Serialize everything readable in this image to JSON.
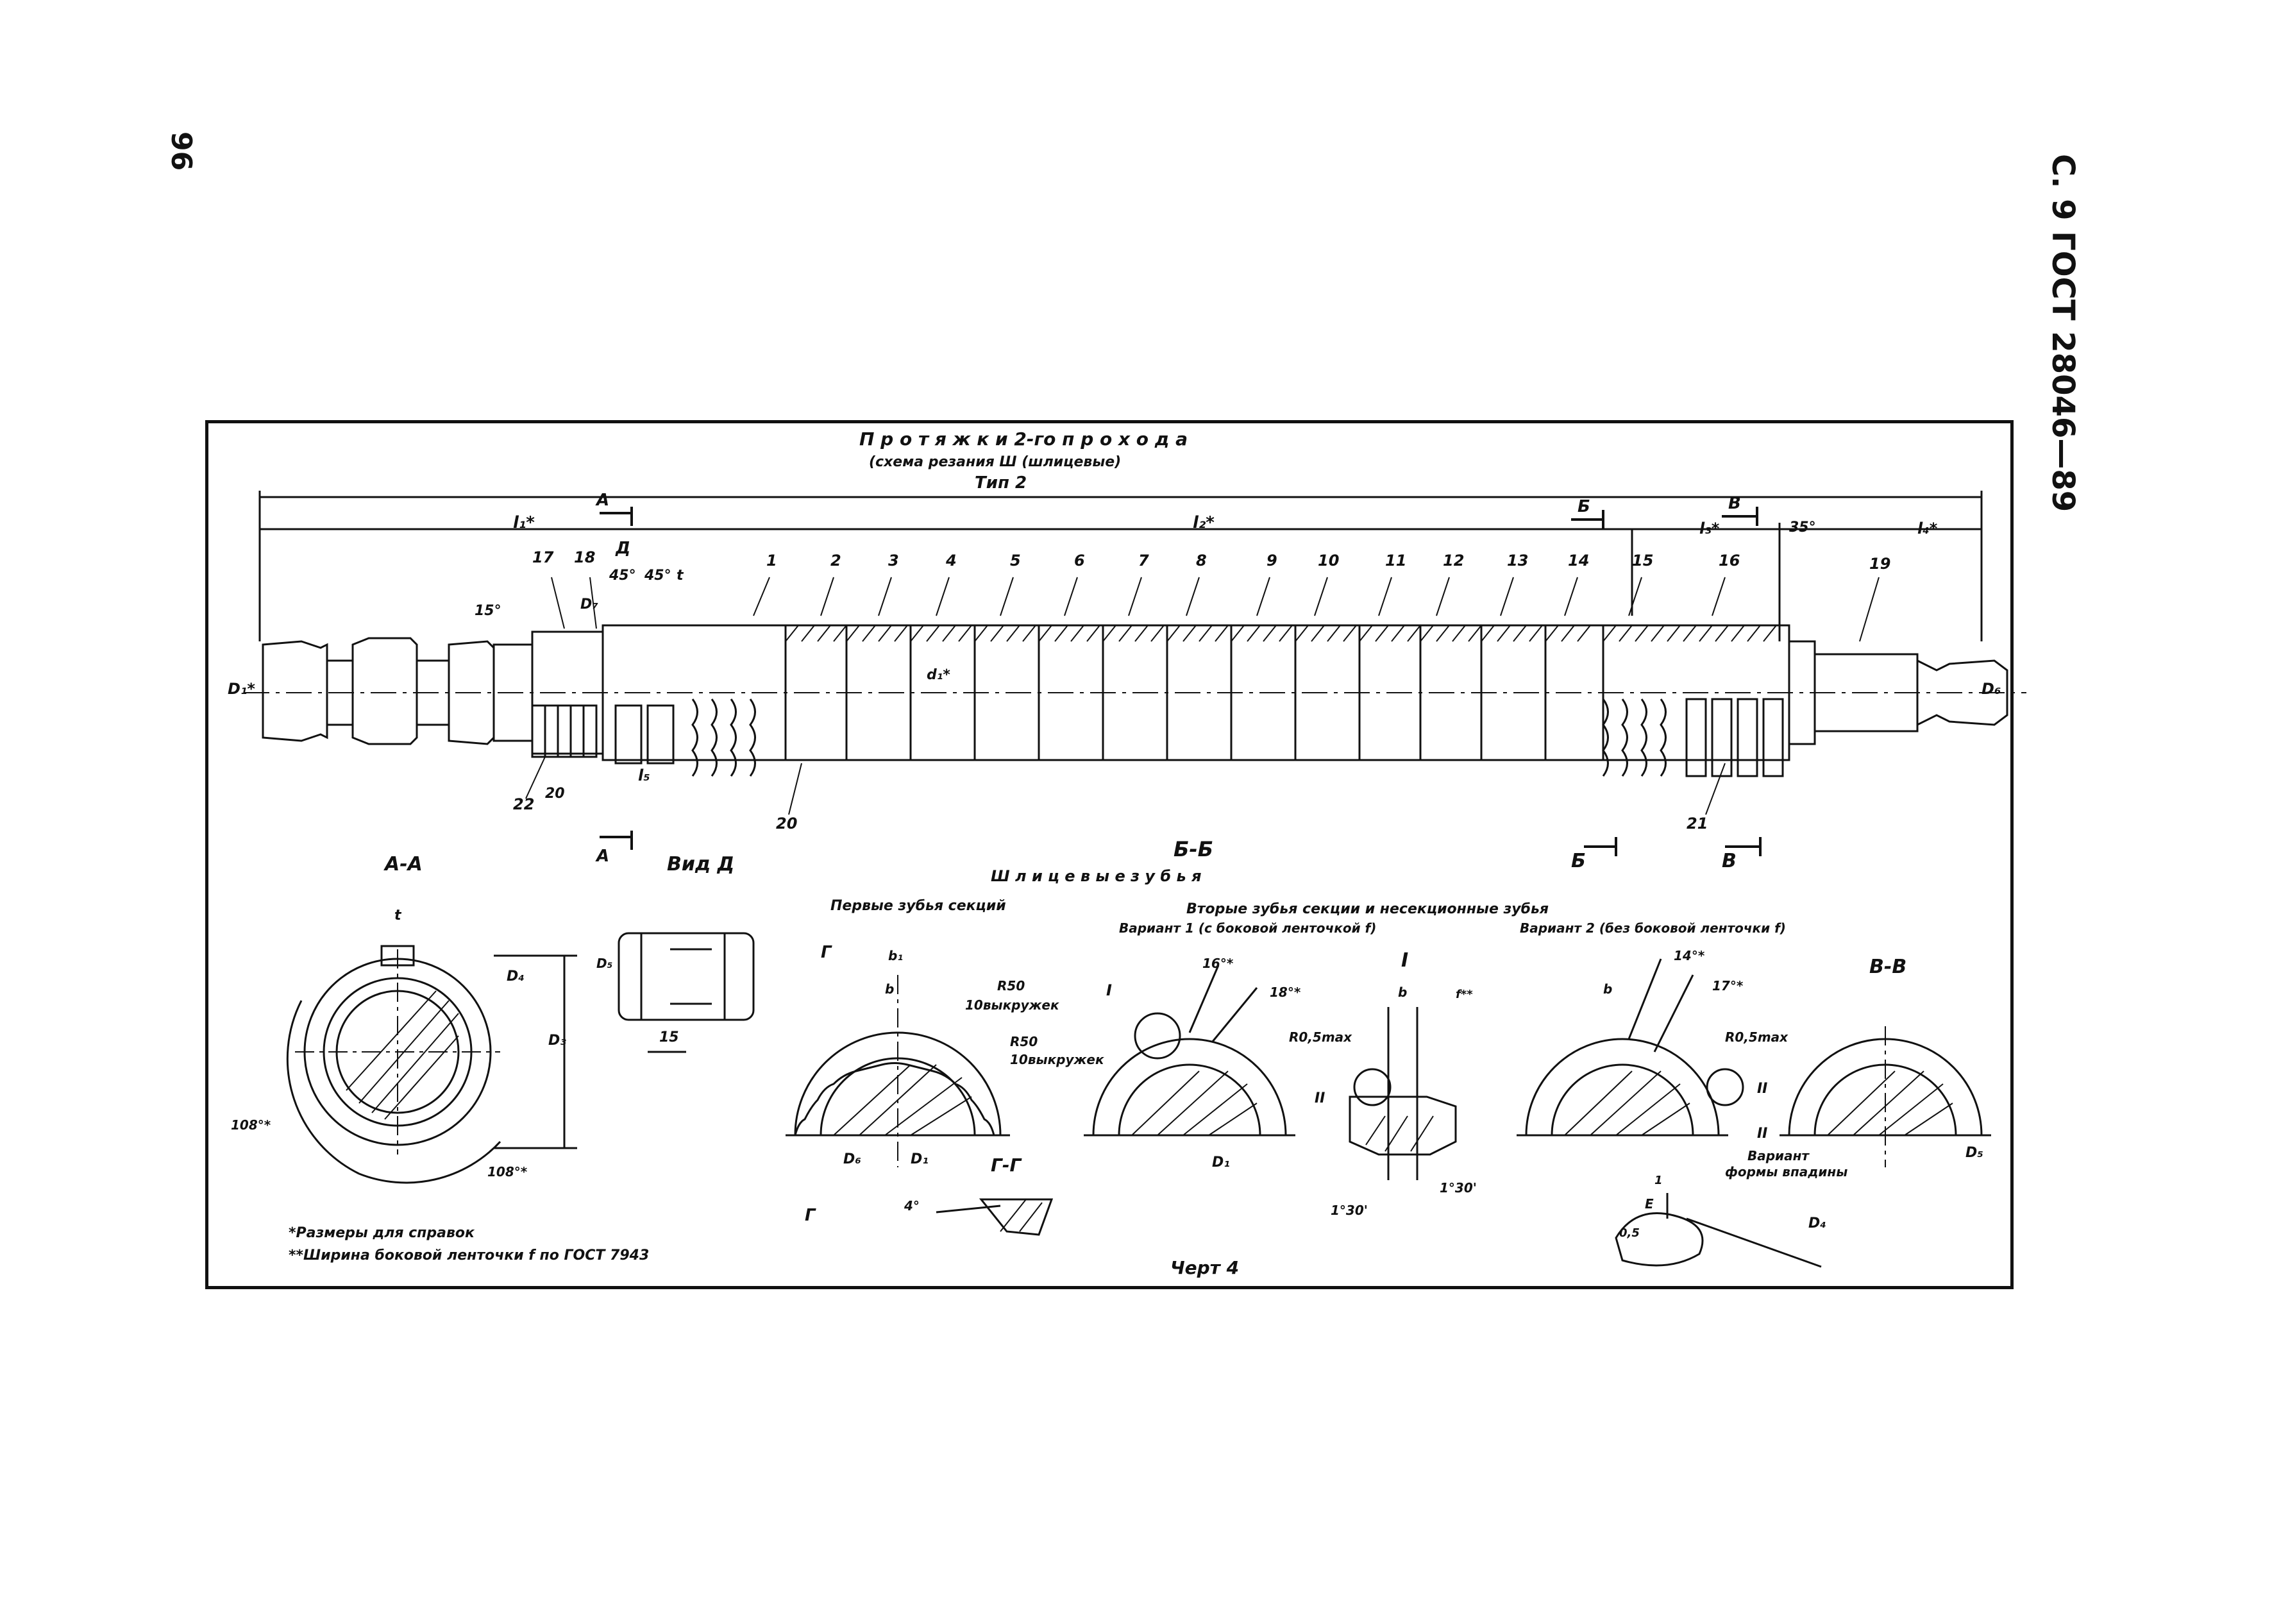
{
  "page": {
    "page_number": "96",
    "standard_ref": "С. 9 ГОСТ 28046—89"
  },
  "drawing": {
    "title": "П р о т я ж к и   2-го  п р о х о д а",
    "subtitle": "(схема резания Ш (шлицевые)",
    "type_label": "Тип 2",
    "dims": {
      "l1": "l₁*",
      "l2": "l₂*",
      "l3": "l₃*",
      "l4": "l₄*",
      "l5": "l₅",
      "d1": "D₁*",
      "d6": "D₆",
      "d7": "D₇",
      "d1s": "d₁*",
      "t": "t",
      "angle15": "15°",
      "angle45a": "45°",
      "angle45b": "45°",
      "angle35": "35°",
      "dim20": "20"
    },
    "section_marks": {
      "a_top": "А",
      "a_bottom": "А",
      "b_top": "Б",
      "b_bottom": "Б",
      "v_top": "В",
      "v_bottom": "В",
      "d_arrow": "Д"
    },
    "callouts": [
      "1",
      "2",
      "3",
      "4",
      "5",
      "6",
      "7",
      "8",
      "9",
      "10",
      "11",
      "12",
      "13",
      "14",
      "15",
      "16",
      "17",
      "18",
      "19",
      "20",
      "21",
      "22"
    ]
  },
  "views": {
    "aa": {
      "title": "А-А",
      "d4": "D₄",
      "d3": "D₃",
      "t": "t",
      "angle1": "108°*",
      "angle2": "108°*"
    },
    "vid_d": {
      "title": "Вид Д",
      "d5": "D₅",
      "dim15": "15"
    },
    "bb": {
      "title": "Б-Б",
      "spline_teeth": "Ш л и ц е в ы е          з у б ь я",
      "first_teeth": "Первые зубья секций",
      "second_teeth": "Вторые зубья секции и несекционные зубья",
      "variant1": "Вариант 1 (с боковой ленточкой f)",
      "variant2": "Вариант 2 (без боковой ленточки f)",
      "g": "Г",
      "b1": "b₁",
      "b": "b",
      "r50a": "R50",
      "r50b": "R50",
      "vykr1": "10выкружек",
      "vykr2": "10выкружек",
      "d6": "D₆",
      "d1": "D₁",
      "d1b": "D₁",
      "angle16": "16°*",
      "angle18": "18°*",
      "detail1": "I",
      "detail2": "II",
      "r05a": "R0,5max",
      "r05b": "R0,5max",
      "f_dim": "f**",
      "ang130a": "1°30'",
      "ang130b": "1°30'",
      "angle14": "14°*",
      "angle17": "17°*"
    },
    "vv": {
      "title": "В-В",
      "d5": "D₅"
    },
    "gg": {
      "title": "Г-Г",
      "angle4": "4°",
      "g_mark": "Г"
    },
    "variant_form": {
      "line1": "Вариант",
      "line2": "формы впадины",
      "e": "E",
      "r05": "0,5",
      "one": "1",
      "d4": "D₄"
    }
  },
  "notes": {
    "note1": "*Размеры для справок",
    "note2": "**Ширина боковой ленточки f  по ГОСТ 7943"
  },
  "caption": "Черт 4"
}
